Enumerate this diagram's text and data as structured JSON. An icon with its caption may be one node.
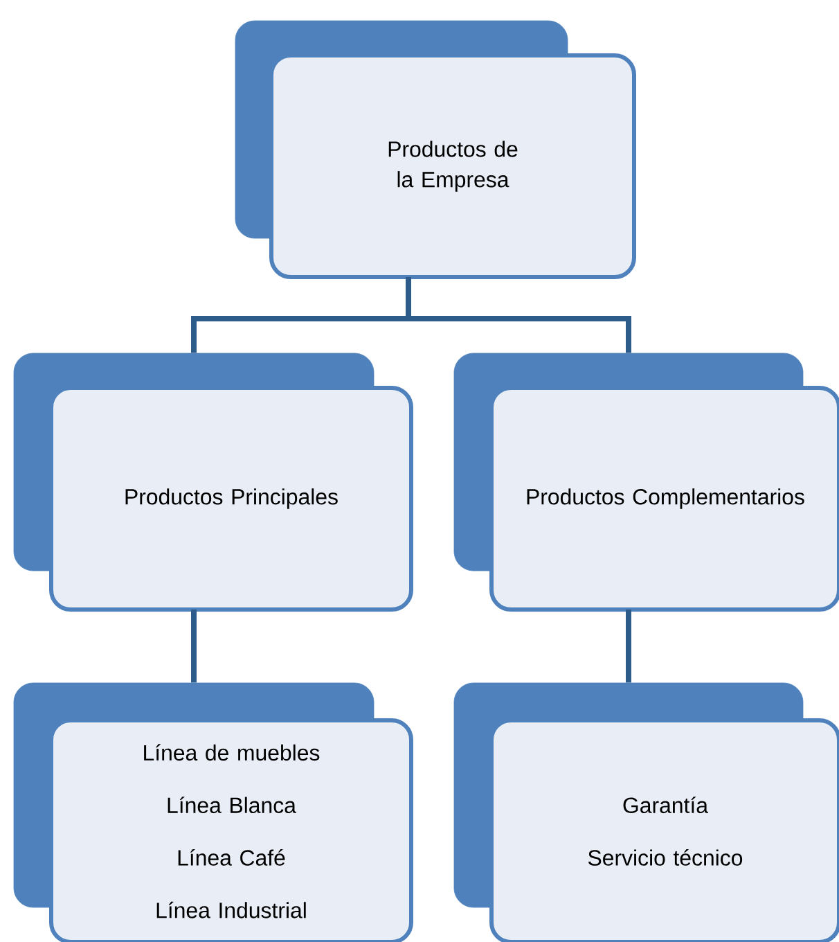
{
  "diagram": {
    "nodes": [
      {
        "text": [
          "Productos de la Empresa"
        ]
      },
      {
        "text": [
          "Productos Principales"
        ]
      },
      {
        "text": [
          "Productos Complementarios"
        ]
      },
      {
        "text": [
          "Línea de muebles",
          "Línea Blanca",
          "Línea Café",
          "Línea Industrial"
        ]
      },
      {
        "text": [
          "Garantía",
          "Servicio técnico"
        ]
      }
    ],
    "edges": [
      {
        "from": 0,
        "to": 1,
        "arrow": "none"
      },
      {
        "from": 0,
        "to": 2,
        "arrow": "none"
      },
      {
        "from": 1,
        "to": 3,
        "arrow": "none"
      },
      {
        "from": 2,
        "to": 4,
        "arrow": "none"
      }
    ]
  }
}
